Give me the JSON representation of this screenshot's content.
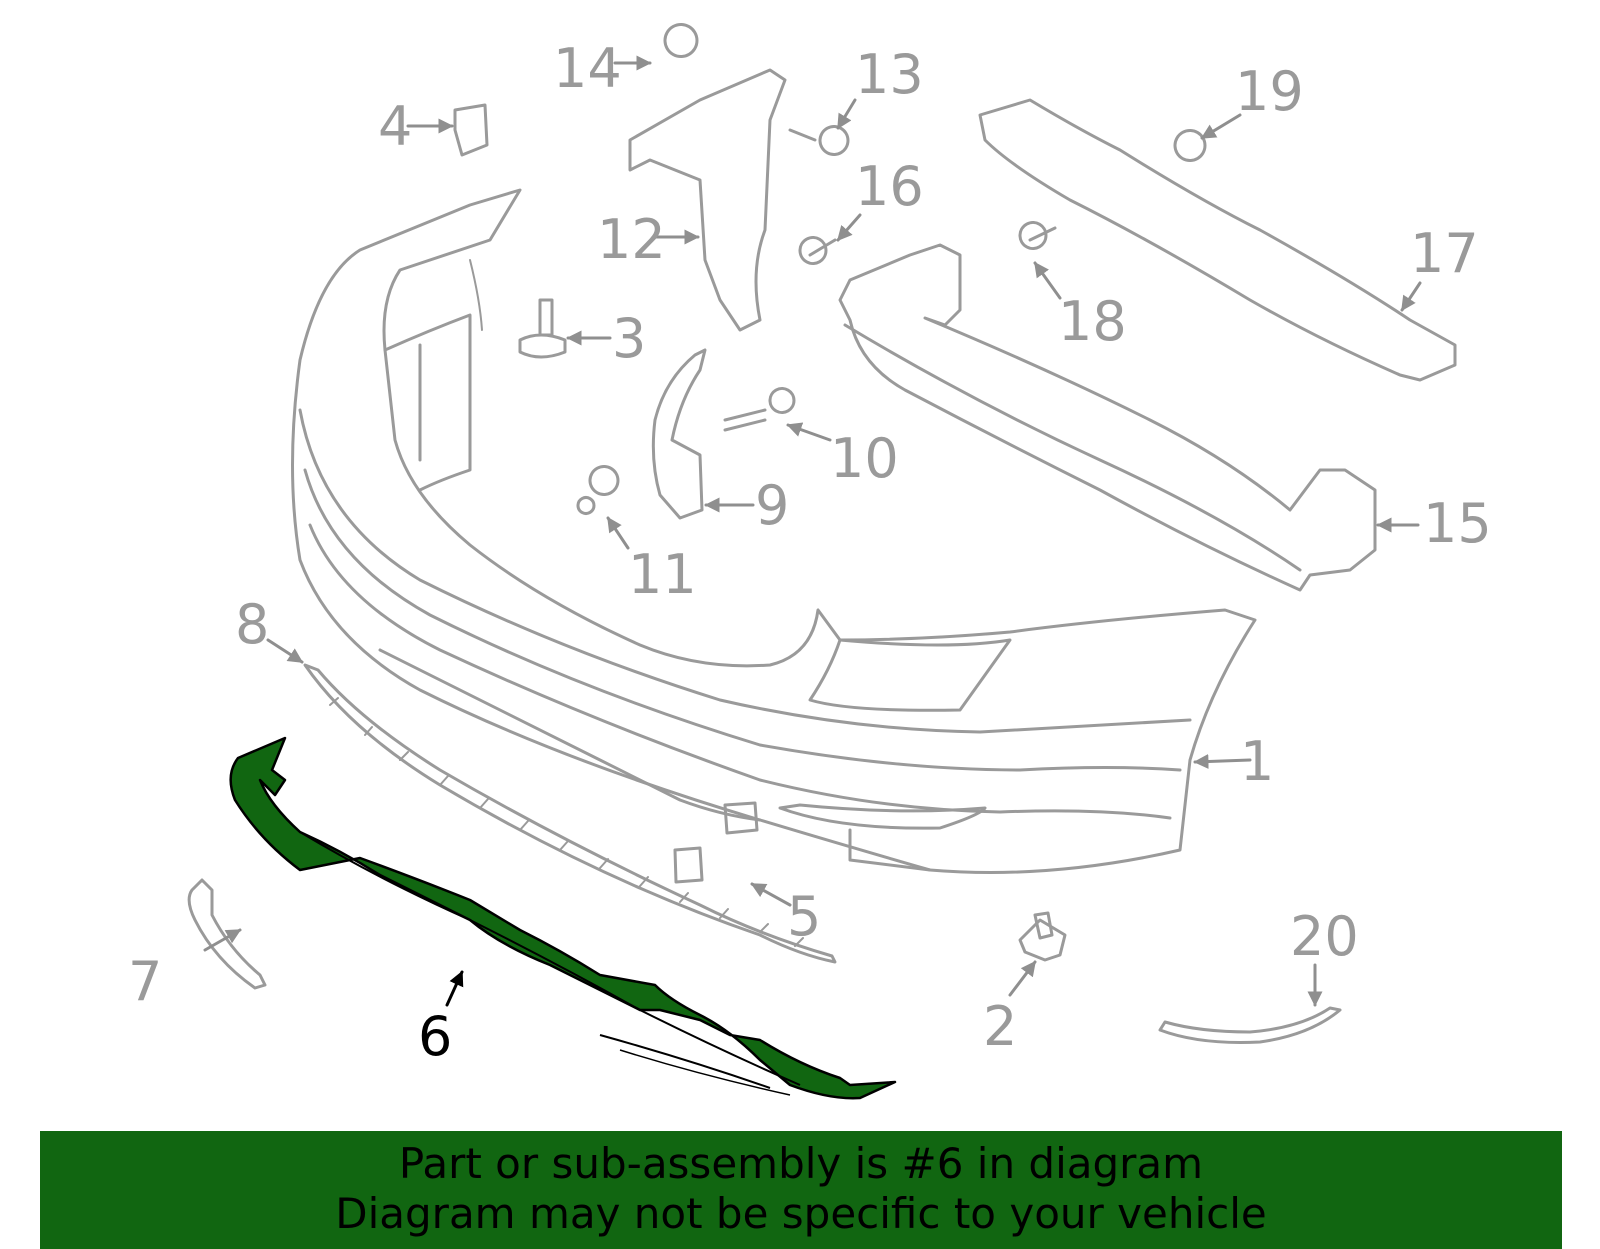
{
  "diagram": {
    "highlighted_part": "6",
    "callouts": [
      "1",
      "2",
      "3",
      "4",
      "5",
      "6",
      "7",
      "8",
      "9",
      "10",
      "11",
      "12",
      "13",
      "14",
      "15",
      "16",
      "17",
      "18",
      "19",
      "20"
    ],
    "colors": {
      "highlight": "#116611",
      "line": "#9a9a9a",
      "banner": "#116611",
      "text": "#000000"
    }
  },
  "banner": {
    "line1": "Part or sub-assembly is #6 in diagram",
    "line2": "Diagram may not be specific to your vehicle"
  }
}
